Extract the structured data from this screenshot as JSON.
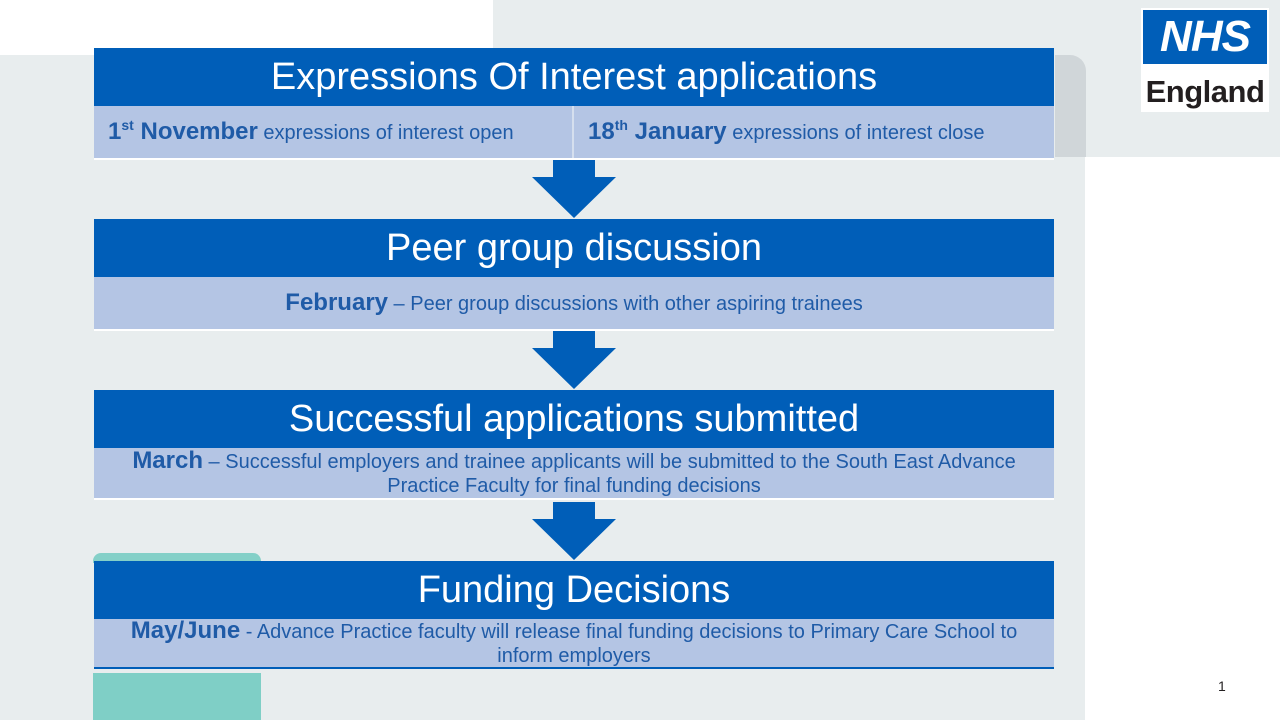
{
  "logo": {
    "nhs": "NHS",
    "england": "England"
  },
  "stages": [
    {
      "title": "Expressions Of Interest applications",
      "left": {
        "date_main": "1",
        "date_sup": "st",
        "date_rest": " November",
        "text": " expressions of interest open"
      },
      "right": {
        "date_main": "18",
        "date_sup": "th",
        "date_rest": " January",
        "text": " expressions of interest close"
      }
    },
    {
      "title": "Peer group discussion",
      "date": "February",
      "text": " – Peer group discussions with other aspiring trainees"
    },
    {
      "title": "Successful applications submitted",
      "date": "March",
      "text": " – Successful employers and trainee applicants will be submitted to the South East Advance Practice Faculty for final funding decisions"
    },
    {
      "title": "Funding Decisions",
      "date": "May/June",
      "text": " - Advance Practice faculty will release final funding decisions to Primary Care School to inform employers"
    }
  ],
  "colors": {
    "nhs_blue": "#005eb8",
    "body_blue": "#b4c5e4",
    "teal": "#7fcfc6"
  },
  "page_number": "1"
}
